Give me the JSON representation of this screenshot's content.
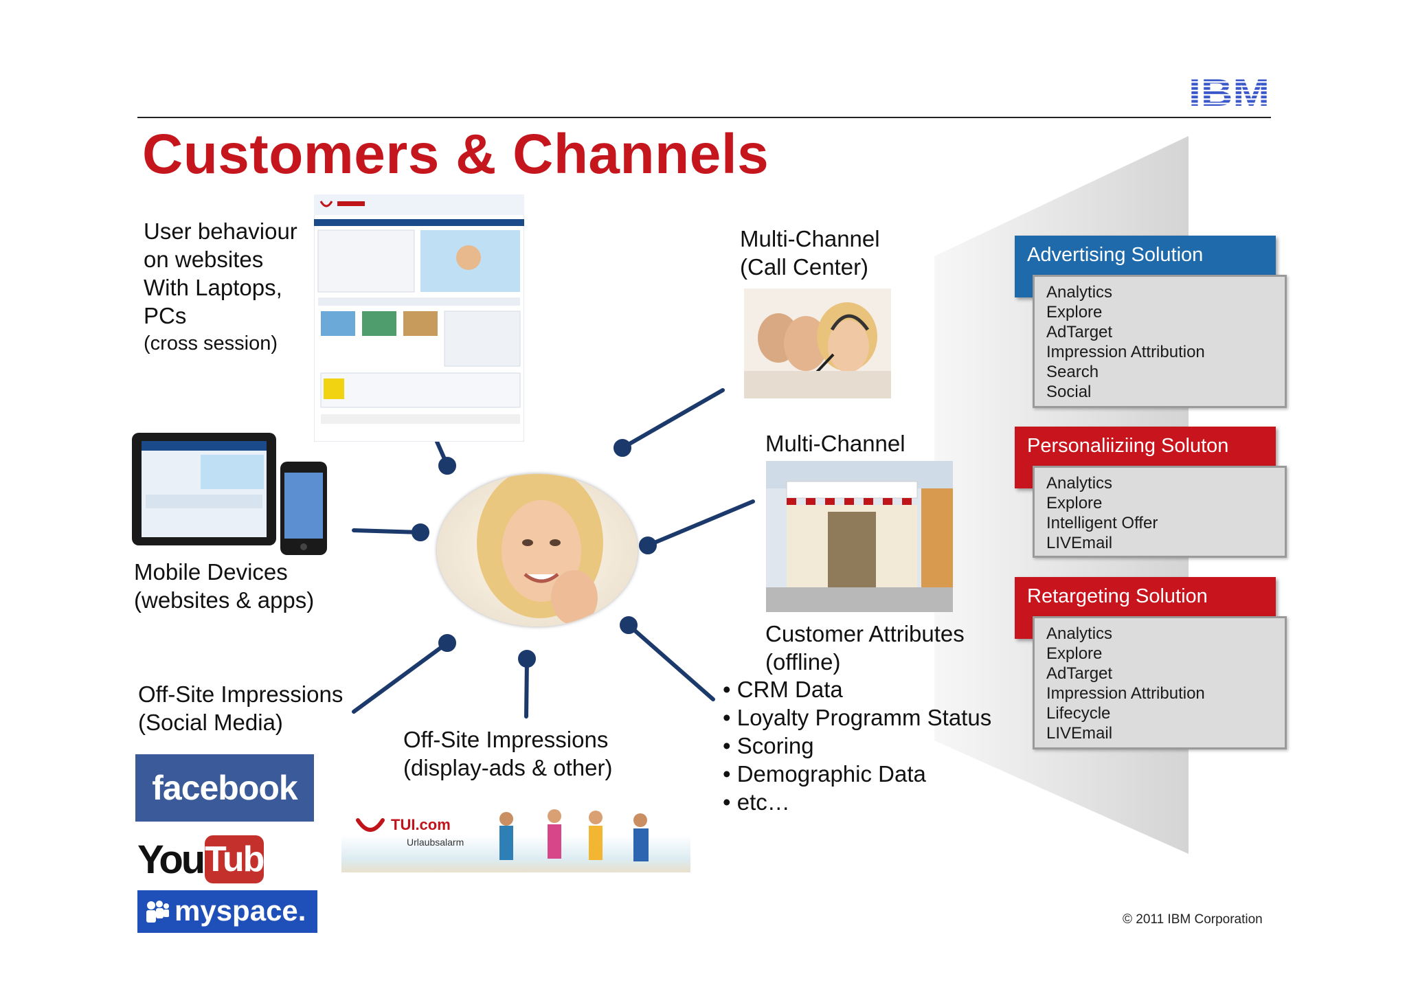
{
  "brand": {
    "logo_text": "IBM",
    "copyright": "© 2011 IBM Corporation",
    "colors": {
      "title_red": "#c5161d",
      "connector_navy": "#1b3a6b",
      "advertising_blue": "#1f6aab",
      "personalizing_red": "#c8141c",
      "box_grey": "#dcdcdc"
    }
  },
  "title": "Customers & Channels",
  "channels": {
    "web": {
      "lines": [
        "User behaviour",
        "on websites",
        "With Laptops,",
        "PCs"
      ],
      "note": "(cross session)"
    },
    "mobile": {
      "lines": [
        "Mobile Devices",
        "(websites & apps)"
      ]
    },
    "social": {
      "lines": [
        "Off-Site Impressions",
        "(Social Media)"
      ]
    },
    "display": {
      "lines": [
        "Off-Site Impressions",
        "(display-ads & other)"
      ]
    },
    "call_center": {
      "lines": [
        "Multi-Channel",
        "(Call Center)"
      ]
    },
    "store": {
      "lines": [
        "Multi-Channel"
      ]
    },
    "attributes": {
      "lines": [
        "Customer Attributes",
        "(offline)"
      ]
    }
  },
  "attribute_bullets": [
    "• CRM Data",
    "• Loyalty Programm Status",
    "• Scoring",
    "• Demographic Data",
    "• etc…"
  ],
  "logos": {
    "facebook": "facebook",
    "youtube_you": "You",
    "youtube_tube": "Tube",
    "myspace": "myspace.",
    "tui_brand": "TUI.com",
    "tui_sub": "Urlaubsalarm"
  },
  "solutions": [
    {
      "title": "Advertising Solution",
      "color": "#1f6aab",
      "items": [
        "Analytics",
        "Explore",
        "AdTarget",
        "Impression Attribution",
        "Search",
        "Social"
      ]
    },
    {
      "title": "Personaliiziing Soluton",
      "color": "#c8141c",
      "items": [
        "Analytics",
        "Explore",
        "Intelligent Offer",
        "LIVEmail"
      ]
    },
    {
      "title": "Retargeting Solution",
      "color": "#c8141c",
      "items": [
        "Analytics",
        "Explore",
        "AdTarget",
        "Impression Attribution",
        "Lifecycle",
        "LIVEmail"
      ]
    }
  ]
}
